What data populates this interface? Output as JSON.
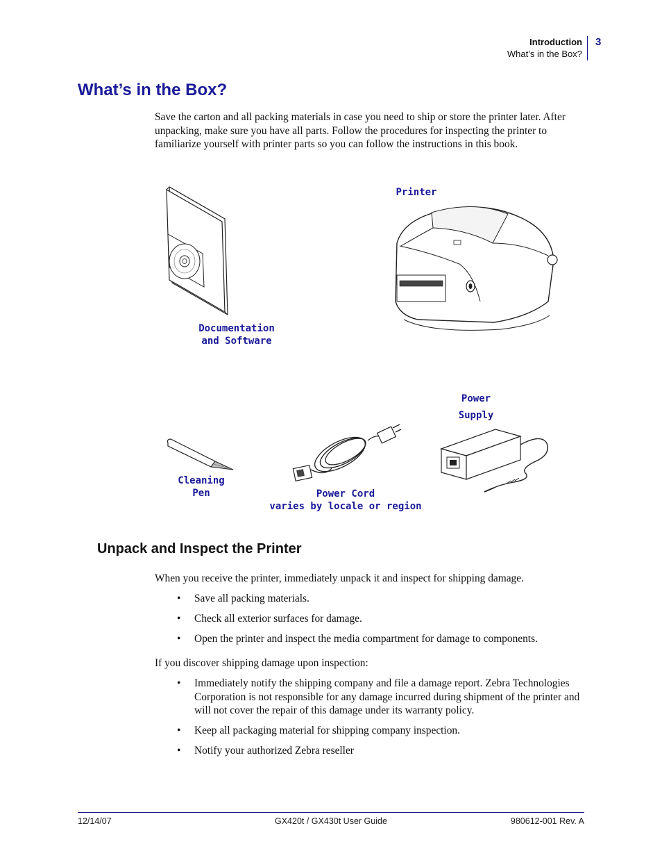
{
  "header": {
    "section": "Introduction",
    "subsection": "What’s in the Box?",
    "page_number": "3"
  },
  "title": "What’s in the Box?",
  "intro": "Save the carton and all packing materials in case you need to ship or store the printer later. After unpacking, make sure you have all parts.  Follow the procedures for inspecting the printer to familiarize yourself with printer parts so you can follow the instructions in this book.",
  "figure": {
    "documentation_line1": "Documentation",
    "documentation_line2": "and Software",
    "printer": "Printer",
    "power_supply_line1": "Power",
    "power_supply_line2": "Supply",
    "cleaning_pen_line1": "Cleaning",
    "cleaning_pen_line2": "Pen",
    "power_cord_line1": "Power Cord",
    "power_cord_line2": "varies by locale or region"
  },
  "unpack": {
    "heading": "Unpack and Inspect the Printer",
    "lead": "When you receive the printer, immediately unpack it and inspect for shipping damage.",
    "bullets": [
      "Save all packing materials.",
      "Check all exterior surfaces for damage.",
      "Open the printer and inspect the media compartment for damage to components."
    ],
    "damage_lead": "If you discover shipping damage upon inspection:",
    "damage_bullets": [
      "Immediately notify the shipping company and file a damage report. Zebra Technologies Corporation is not responsible for any damage incurred during shipment of the printer and will not cover the repair of this damage under its warranty policy.",
      "Keep all packaging material for shipping company inspection.",
      "Notify your authorized Zebra reseller"
    ]
  },
  "footer": {
    "date": "12/14/07",
    "guide": "GX420t / GX430t User Guide",
    "revision": "980612-001 Rev. A"
  }
}
